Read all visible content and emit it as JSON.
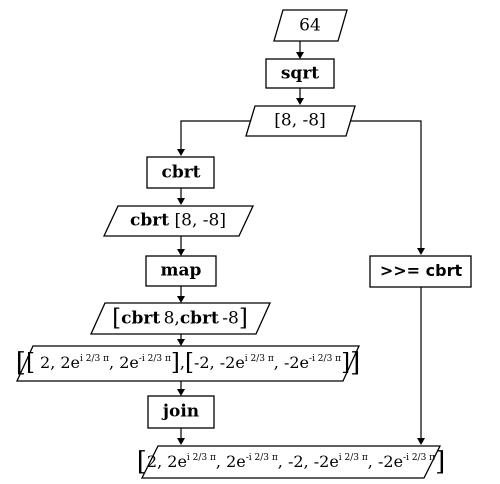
{
  "nodes": {
    "n64": {
      "text": "64"
    },
    "sqrt": {
      "text": "sqrt"
    },
    "sqrt_out": {
      "text": "[8, -8]"
    },
    "cbrt": {
      "text": "cbrt"
    },
    "cbrt_out": {
      "fn": "cbrt",
      "arg": "[8, -8]"
    },
    "map": {
      "text": "map"
    },
    "map_out": {
      "open": "[",
      "f1": "cbrt",
      "a1": "8",
      "sep": ",",
      "f2": "cbrt",
      "a2": "-8",
      "close": "]"
    },
    "nested": {
      "g1": {
        "open": "[",
        "v1": "2",
        "v2c": "2e",
        "v2e": "i 2/3 π",
        "v3c": "2e",
        "v3e": "-i 2/3 π",
        "close": "]"
      },
      "sep": ",",
      "g2": {
        "open": "[",
        "v1": "-2",
        "v2c": "-2e",
        "v2e": "i 2/3 π",
        "v3c": "-2e",
        "v3e": "-i 2/3 π",
        "close": "]"
      },
      "outer_open": "[",
      "outer_close": "]"
    },
    "join": {
      "text": "join"
    },
    "bind": {
      "text": ">>= cbrt"
    },
    "final": {
      "open": "[",
      "v1": "2",
      "v2c": "2e",
      "v2e": "i 2/3 π",
      "v3c": "2e",
      "v3e": "-i 2/3 π",
      "v4": "-2",
      "v5c": "-2e",
      "v5e": "i 2/3 π",
      "v6c": "-2e",
      "v6e": "-i 2/3 π",
      "close": "]"
    }
  }
}
